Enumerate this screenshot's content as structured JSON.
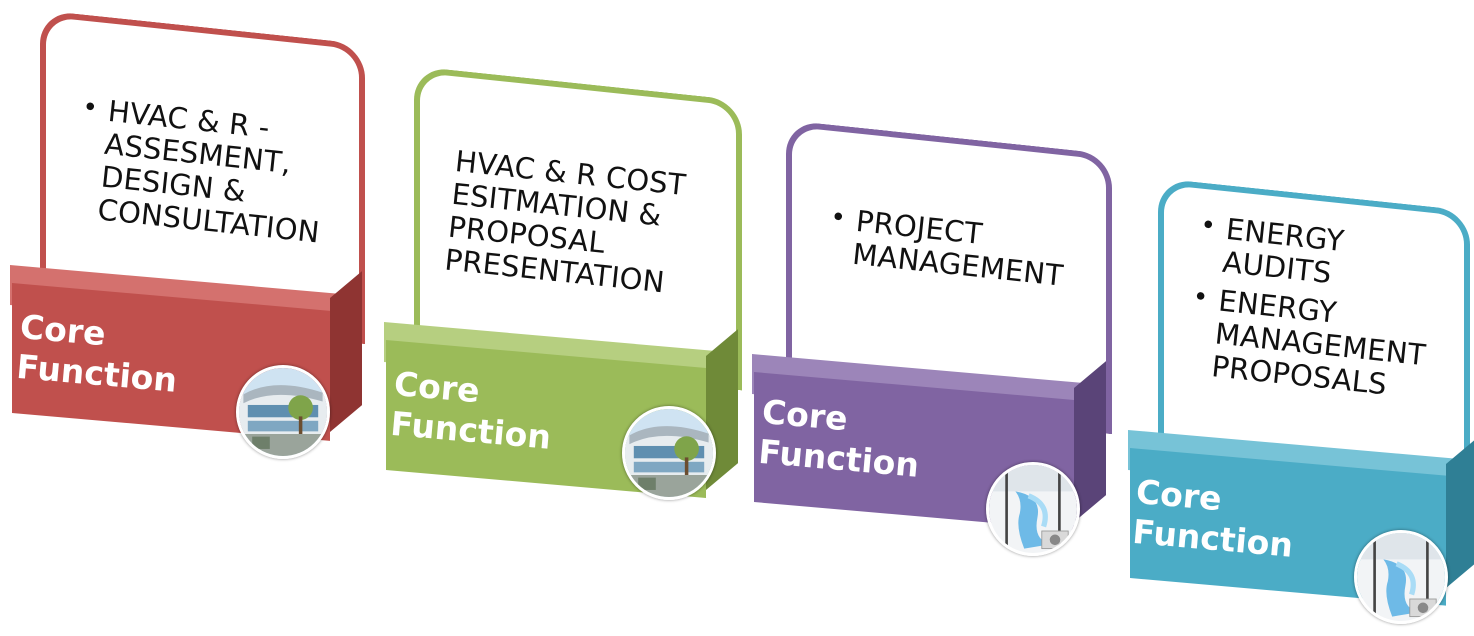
{
  "cards": [
    {
      "color": "#c0504d",
      "dark": "#8f3432",
      "light": "#d4716e",
      "bullets": [
        "HVAC  & R - ASSESMENT, DESIGN & CONSULTATION"
      ],
      "label": "Core Function",
      "photo": "building-photo"
    },
    {
      "color": "#9bbb59",
      "dark": "#6f8a38",
      "light": "#b6cf80",
      "text": "HVAC & R COST ESITMATION & PROPOSAL PRESENTATION",
      "label": "Core Function",
      "photo": "building-photo"
    },
    {
      "color": "#8064a2",
      "dark": "#5a4478",
      "light": "#9c85b9",
      "bullets": [
        "PROJECT MANAGEMENT"
      ],
      "label": "Core Function",
      "photo": "ac-unit-photo"
    },
    {
      "color": "#4bacc6",
      "dark": "#2f7f95",
      "light": "#77c3d7",
      "bullets": [
        "ENERGY AUDITS",
        "ENERGY MANAGEMENT PROPOSALS"
      ],
      "label": "Core Function",
      "photo": "ac-unit-photo"
    }
  ]
}
